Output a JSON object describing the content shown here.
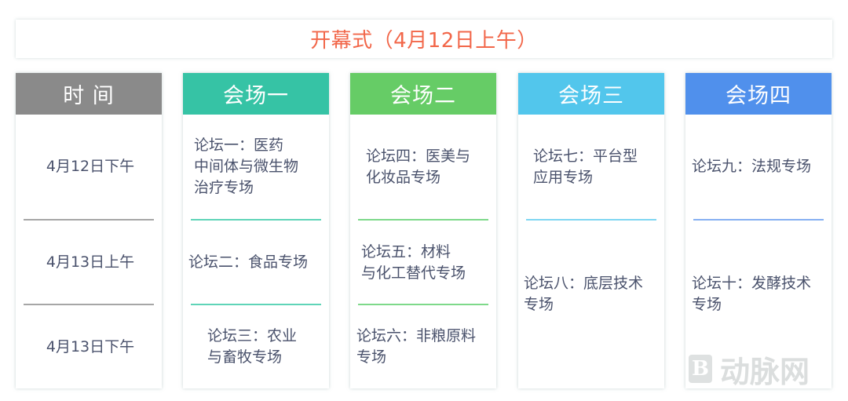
{
  "title": "开幕式（4月12日上午）",
  "colors": {
    "title": "#f2674a",
    "time": "#8a8a8a",
    "venue1": "#36c3a5",
    "venue2": "#66cc66",
    "venue3": "#52c6ec",
    "venue4": "#5090ec",
    "text": "#4a526c"
  },
  "columns": [
    {
      "header": "时 间",
      "cells": [
        "4月12日下午",
        "4月13日上午",
        "4月13日下午"
      ]
    },
    {
      "header": "会场一",
      "cells": [
        "论坛一：医药\n中间体与微生物\n治疗专场",
        "论坛二：食品专场",
        "论坛三：农业\n与畜牧专场"
      ]
    },
    {
      "header": "会场二",
      "cells": [
        "论坛四：医美与\n化妆品专场",
        "论坛五：材料\n与化工替代专场",
        "论坛六：非粮原料\n专场"
      ]
    },
    {
      "header": "会场三",
      "cells": [
        "论坛七：平台型\n应用专场",
        "论坛八：底层技术\n专场"
      ]
    },
    {
      "header": "会场四",
      "cells": [
        "论坛九：法规专场",
        "论坛十：发酵技术\n专场"
      ]
    }
  ],
  "watermark": {
    "logo": "B",
    "text": "动脉网"
  }
}
